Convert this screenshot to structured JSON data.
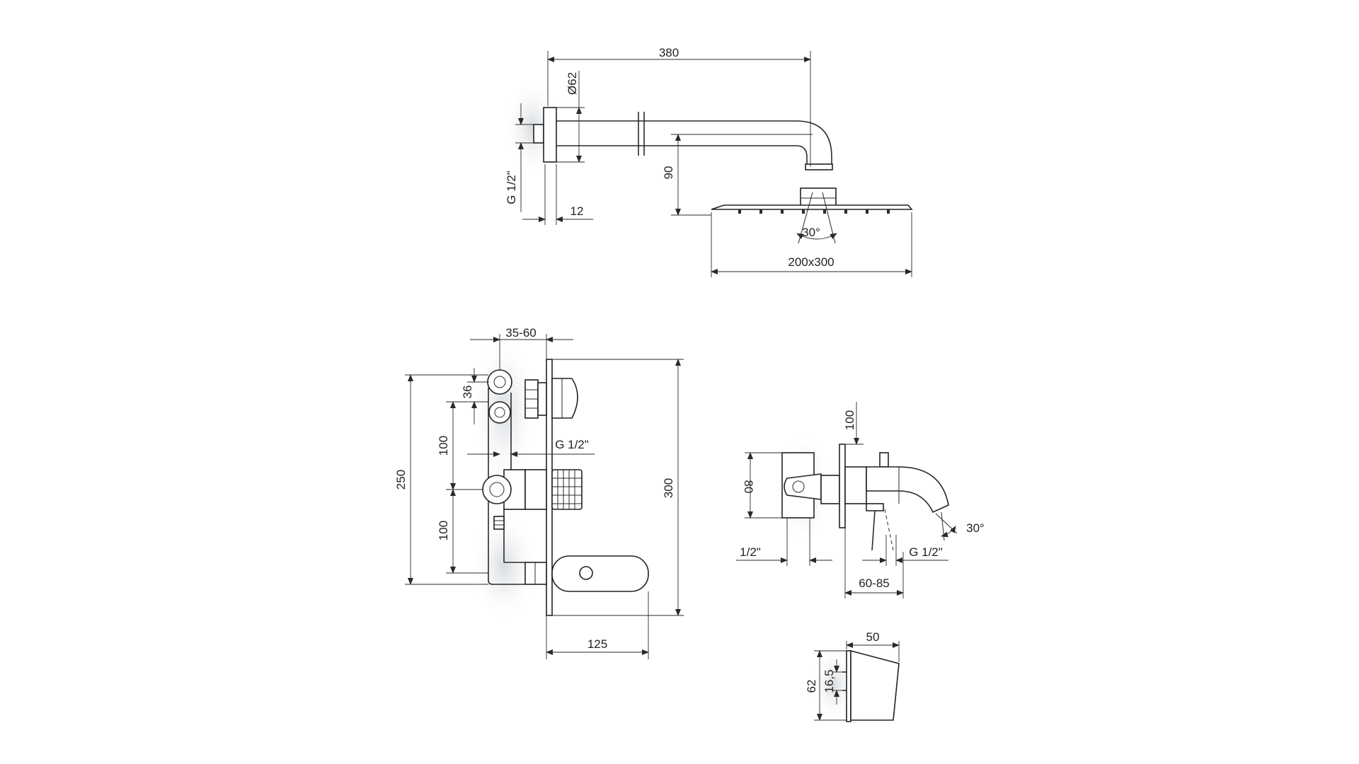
{
  "shower_arm": {
    "length": "380",
    "flange_diameter": "Ø62",
    "thread": "G 1/2\"",
    "flange_depth": "12",
    "drop_height": "90",
    "spray_angle": "30°",
    "head_size": "200x300"
  },
  "mixer": {
    "depth_range": "35-60",
    "cartridge_spacing": "36",
    "upper_spacing": "100",
    "lower_spacing": "100",
    "body_height": "250",
    "plate_height": "300",
    "thread": "G 1/2\"",
    "projection": "125"
  },
  "bath_spout": {
    "top_offset": "100",
    "height": "80",
    "inlet": "1/2\"",
    "outlet_thread": "G 1/2\"",
    "depth_range": "60-85",
    "spray_angle": "30°"
  },
  "hand_holder": {
    "width": "50",
    "height": "62",
    "hole_spacing": "16,5"
  }
}
